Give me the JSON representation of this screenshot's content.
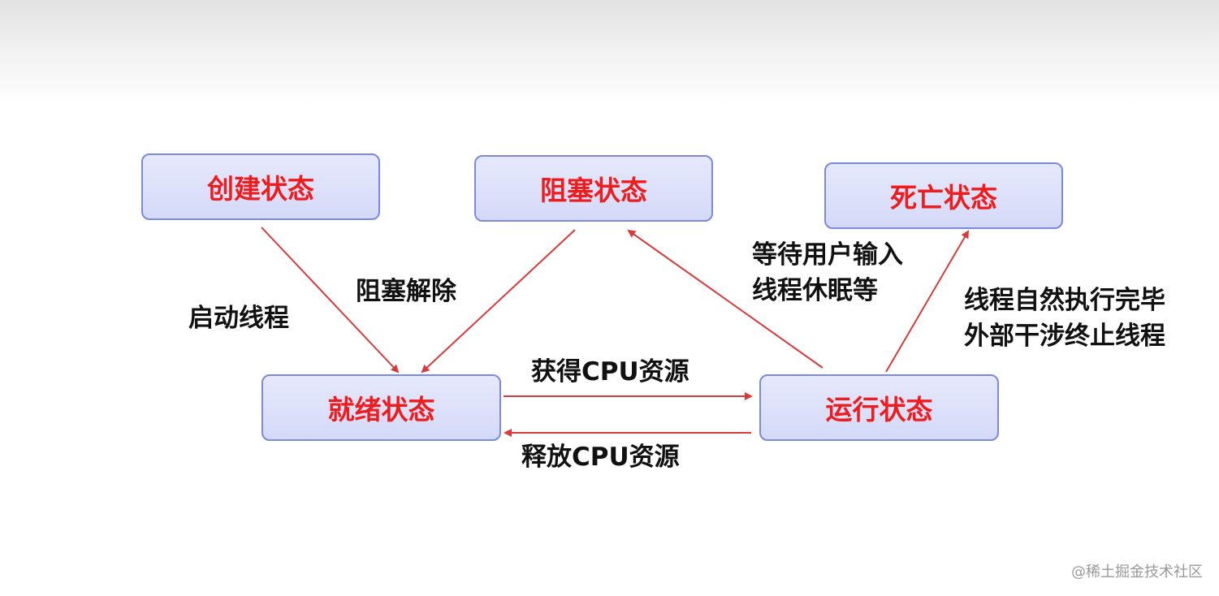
{
  "states": {
    "create": "创建状态",
    "blocked": "阻塞状态",
    "dead": "死亡状态",
    "ready": "就绪状态",
    "running": "运行状态"
  },
  "labels": {
    "start_thread": "启动线程",
    "unblock": "阻塞解除",
    "wait_line1": "等待用户输入",
    "wait_line2": "线程休眠等",
    "finish_line1": "线程自然执行完毕",
    "finish_line2": "外部干涉终止线程",
    "get_cpu": "获得CPU资源",
    "release_cpu": "释放CPU资源"
  },
  "watermark": "@稀土掘金技术社区",
  "colors": {
    "state_text": "#ee1c1c",
    "state_border": "#7a8ae0",
    "arrow": "#d93a3a"
  }
}
